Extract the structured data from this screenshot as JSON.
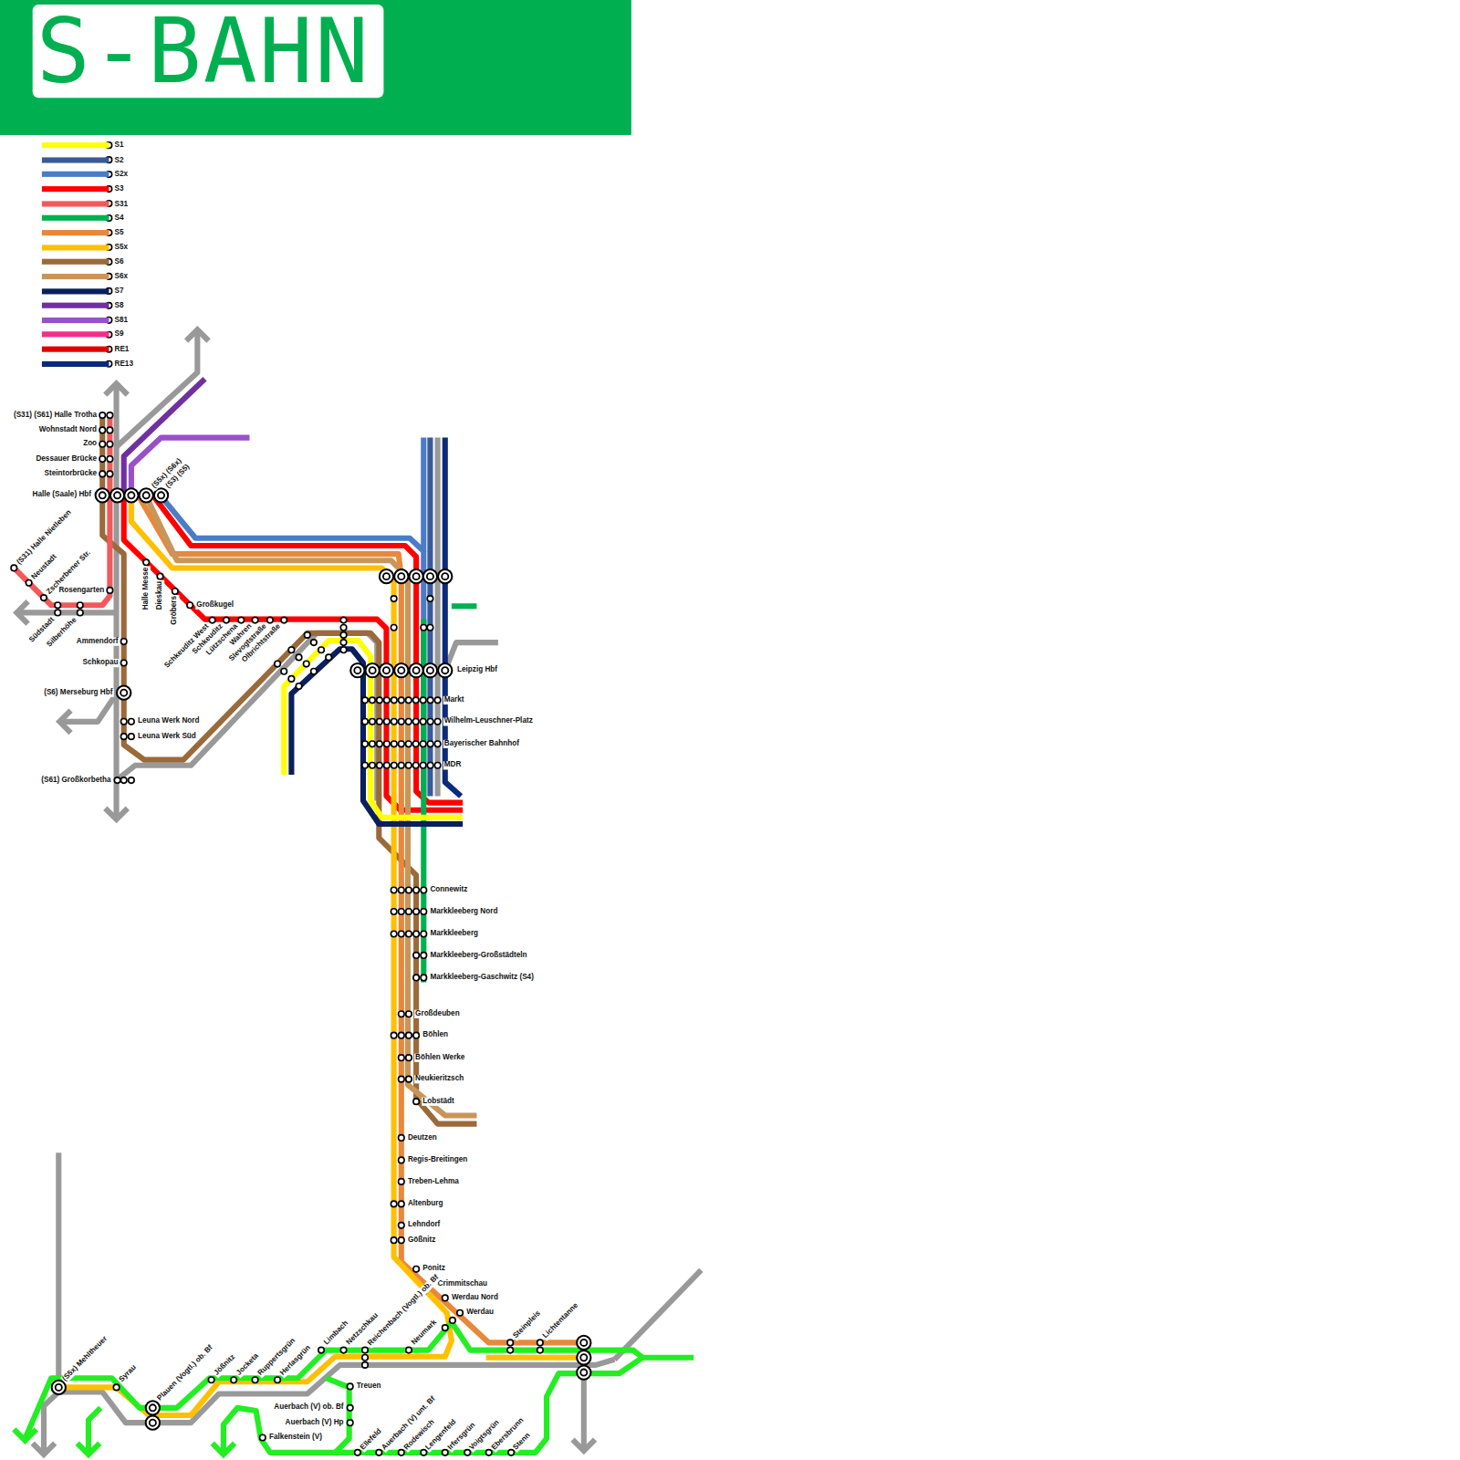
{
  "diagram": {
    "title": "S-BAHN",
    "labels": [
      "(S31) (S61) Halle Trotha",
      "Wohnstadt Nord",
      "Zoo",
      "Dessauer Brücke",
      "Steintorbrücke",
      "Halle (Saale) Hbf",
      "(S5x) (S6x)",
      "(S3) (S5)",
      "(S31) Halle Nietleben",
      "Neustadt",
      "Zscherbener Str.",
      "Rosengarten",
      "Südstadt",
      "Silberhöhe",
      "Ammendorf",
      "Schkopau",
      "(S6) Merseburg Hbf",
      "Leuna Werk Nord",
      "Leuna Werk Süd",
      "(S61) Großkorbetha",
      "Halle Messe",
      "Dieskau",
      "Gröbers",
      "Großkugel",
      "Schkeuditz West",
      "Schkeuditz",
      "Lützschena",
      "Wahren",
      "Slevogtstraße",
      "Olbrichtstraße",
      "Leipzig Hbf",
      "Markt",
      "Wilhelm-Leuschner-Platz",
      "Bayerischer Bahnhof",
      "MDR",
      "Connewitz",
      "Markkleeberg Nord",
      "Markkleeberg",
      "Markkleeberg-Großstädteln",
      "Markkleeberg-Gaschwitz (S4)",
      "Großdeuben",
      "Böhlen",
      "Böhlen Werke",
      "Neukieritzsch",
      "Lobstädt",
      "Deutzen",
      "Regis-Breitingen",
      "Treben-Lehma",
      "Altenburg",
      "Lehndorf",
      "Gößnitz",
      "Ponitz",
      "Crimmitschau",
      "Werdau Nord",
      "Werdau",
      "Steinpleis",
      "Lichtentanne",
      "(S5x) Mehltheuer",
      "Syrau",
      "Plauen (Vogtl.) ob. Bf",
      "Jößnitz",
      "Jocketa",
      "Ruppertsgrün",
      "Herlasgrün",
      "Limbach",
      "Netzschkau",
      "Reichenbach (Vogtl.) ob. Bf",
      "Neumark",
      "Treuen",
      "Auerbach (V) ob. Bf",
      "Auerbach (V) Hp",
      "Falkenstein (V)",
      "Ellefeld",
      "Auerbach (V) unt. Bf",
      "Rodewisch",
      "Lengenfeld",
      "Irfersgrün",
      "Voigtsgrün",
      "Ebersbrunn",
      "Stenn"
    ],
    "legend": [
      {
        "text": "S1",
        "color": "#ffff00"
      },
      {
        "text": "S2",
        "color": "#3a5a98"
      },
      {
        "text": "S2x",
        "color": "#4a7cc8"
      },
      {
        "text": "S3",
        "color": "#ff0000"
      },
      {
        "text": "S31",
        "color": "#f05a5a"
      },
      {
        "text": "S4",
        "color": "#00b050"
      },
      {
        "text": "S5",
        "color": "#e8883a"
      },
      {
        "text": "S5x",
        "color": "#ffc000"
      },
      {
        "text": "S6",
        "color": "#9a6a3a"
      },
      {
        "text": "S6x",
        "color": "#c8965a"
      },
      {
        "text": "S7",
        "color": "#0a1f5c"
      },
      {
        "text": "S8",
        "color": "#7030a0"
      },
      {
        "text": "S81",
        "color": "#9a50c8"
      },
      {
        "text": "S9",
        "color": "#f0308a"
      },
      {
        "text": "RE1",
        "color": "#e00000"
      },
      {
        "text": "RE13",
        "color": "#0a2a7a"
      }
    ]
  }
}
